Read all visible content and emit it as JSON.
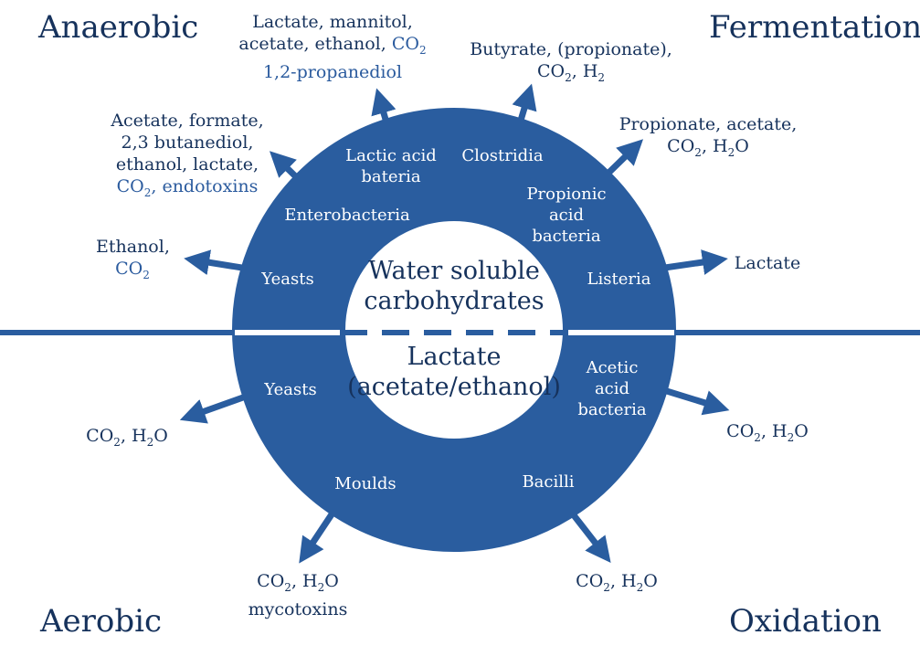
{
  "quadrants": {
    "top_left": "Anaerobic",
    "top_right": "Fermentation",
    "bottom_left": "Aerobic",
    "bottom_right": "Oxidation"
  },
  "center": {
    "top_line1": "Water soluble",
    "top_line2": "carbohydrates",
    "bottom_line1": "Lactate",
    "bottom_line2": "(acetate/ethanol)"
  },
  "ring": {
    "lactic_1": "Lactic acid",
    "lactic_2": "bateria",
    "clostridia": "Clostridia",
    "propionic_1": "Propionic",
    "propionic_2": "acid",
    "propionic_3": "bacteria",
    "enterobacteria": "Enterobacteria",
    "yeasts_top": "Yeasts",
    "listeria": "Listeria",
    "yeasts_bottom": "Yeasts",
    "acetic_1": "Acetic",
    "acetic_2": "acid",
    "acetic_3": "bacteria",
    "moulds": "Moulds",
    "bacilli": "Bacilli"
  },
  "products": {
    "lactic_1": "Lactate, mannitol,",
    "lactic_2": "acetate, ethanol,",
    "lactic_co2": "CO",
    "lactic_3": "1,2-propanediol",
    "clostridia_1": "Butyrate, (propionate),",
    "clostridia_co": "CO",
    "clostridia_h": "H",
    "propionic_1": "Propionate, acetate,",
    "propionic_co": "CO",
    "propionic_h": "H",
    "propionic_o": "O",
    "entero_1": "Acetate, formate,",
    "entero_2": "2,3 butanediol,",
    "entero_3": "ethanol, lactate,",
    "entero_co": "CO",
    "entero_endo": ", endotoxins",
    "yeast_top_1": "Ethanol,",
    "yeast_top_co": "CO",
    "listeria": "Lactate",
    "acetic_co": "CO",
    "acetic_h": "H",
    "acetic_o": "O",
    "yeast_bottom_co": "CO",
    "yeast_bottom_h": "H",
    "yeast_bottom_o": "O",
    "moulds_co": "CO",
    "moulds_h": "H",
    "moulds_o": "O",
    "moulds_myco": "mycotoxins",
    "bacilli_co": "CO",
    "bacilli_h": "H",
    "bacilli_o": "O"
  },
  "colors": {
    "ring": "#2a5d9f",
    "text": "#16325c",
    "accent": "#2b5b9e"
  }
}
